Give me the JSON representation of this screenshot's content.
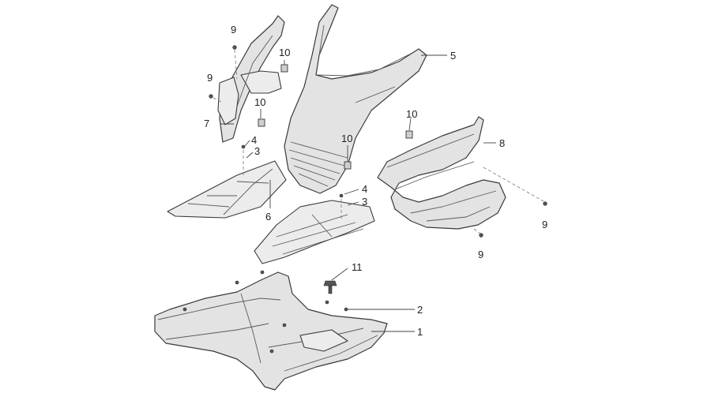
{
  "callouts": {
    "c1": "1",
    "c2": "2",
    "c3a": "3",
    "c3b": "3",
    "c4a": "4",
    "c4b": "4",
    "c5": "5",
    "c6": "6",
    "c7": "7",
    "c8": "8",
    "c9a": "9",
    "c9b": "9",
    "c9c": "9",
    "c9d": "9",
    "c10a": "10",
    "c10b": "10",
    "c10c": "10",
    "c10d": "10",
    "c11": "11"
  },
  "colors": {
    "part_fill": "#e3e3e3",
    "outline": "#3a3a3a"
  }
}
